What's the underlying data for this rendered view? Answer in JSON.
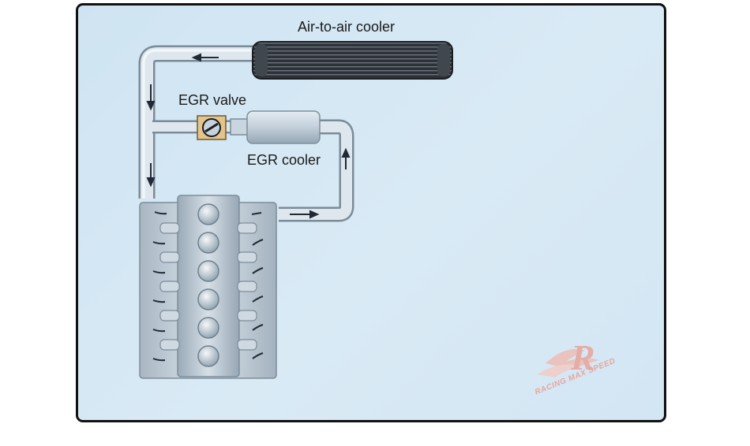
{
  "labels": {
    "cooler": "Air-to-air cooler",
    "egr_valve": "EGR valve",
    "egr_cooler": "EGR cooler"
  },
  "watermark": {
    "text": "RACING MAX SPEED"
  },
  "colors": {
    "background": "#d6e8f4",
    "border": "#111111",
    "pipe": "#c6d4df",
    "cooler_core": "#2d3238",
    "arrow": "#1f2a36",
    "valve_body": "#e3c48a",
    "watermark": "#e9a59c"
  }
}
